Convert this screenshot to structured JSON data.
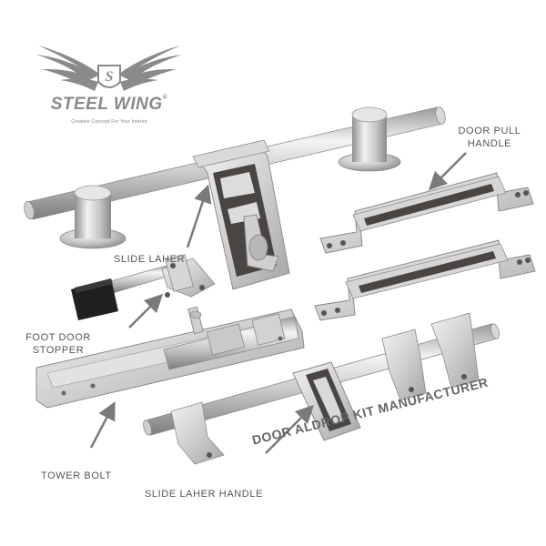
{
  "brand": {
    "name": "STEEL WING",
    "registered": "®",
    "monogram": "S",
    "tagline": "Creative Concept For Your Interior",
    "logo_color": "#8a8a8a"
  },
  "labels": {
    "slide_laher": "SLIDE LAHER",
    "door_pull_handle_line1": "DOOR PULL",
    "door_pull_handle_line2": "HANDLE",
    "foot_door_stopper_line1": "FOOT DOOR",
    "foot_door_stopper_line2": "STOPPER",
    "tower_bolt": "TOWER BOLT",
    "slide_laher_handle": "SLIDE LAHER HANDLE"
  },
  "banner": {
    "text": "DOOR ALDROP KIT MANUFACTURER"
  },
  "colors": {
    "steel_light": "#e8e8e8",
    "steel_mid": "#b8b8b8",
    "steel_dark": "#8c8c8c",
    "inlay": "#4a4542",
    "arrow": "#7a7a7a",
    "text": "#555555"
  }
}
